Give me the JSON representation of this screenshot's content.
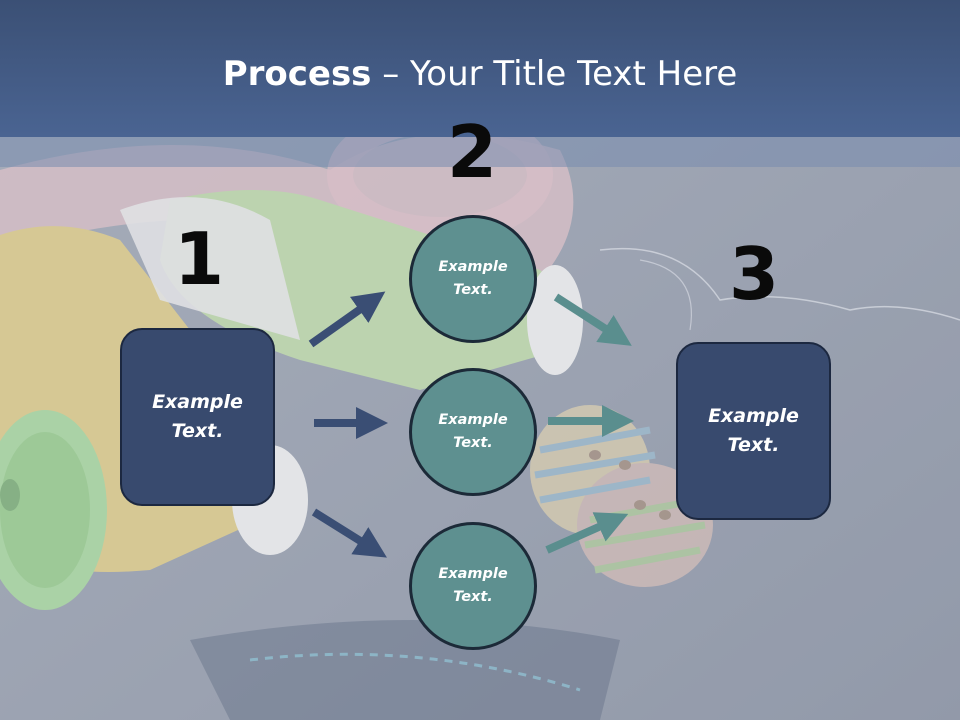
{
  "title": {
    "bold": "Process",
    "rest": " – Your Title Text Here"
  },
  "steps": [
    {
      "number": "1",
      "text": "Example\nText."
    },
    {
      "number": "2",
      "text": ""
    },
    {
      "number": "3",
      "text": "Example\nText."
    }
  ],
  "circles": [
    {
      "text": "Example\nText."
    },
    {
      "text": "Example\nText."
    },
    {
      "text": "Example\nText."
    }
  ],
  "colors": {
    "header": "#3b5075",
    "box_fill": "#384a6e",
    "circle_fill": "#5e9090",
    "arrow_left": "#3a4e74",
    "arrow_right": "#5a8e8e"
  }
}
